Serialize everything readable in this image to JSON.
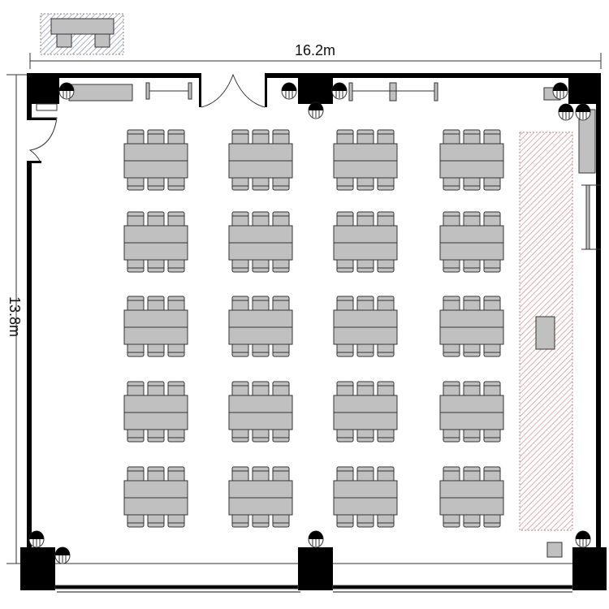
{
  "dimensions": {
    "width_label": "16.2m",
    "height_label": "13.8m"
  },
  "layout": {
    "table_rows": 5,
    "table_cols": 4,
    "chairs_per_side": 3
  },
  "colors": {
    "wall": "#000000",
    "furniture": "#c0c0c0",
    "stage_hatch": "#d9a0a0",
    "reception_hatch": "#8a8ab0"
  }
}
